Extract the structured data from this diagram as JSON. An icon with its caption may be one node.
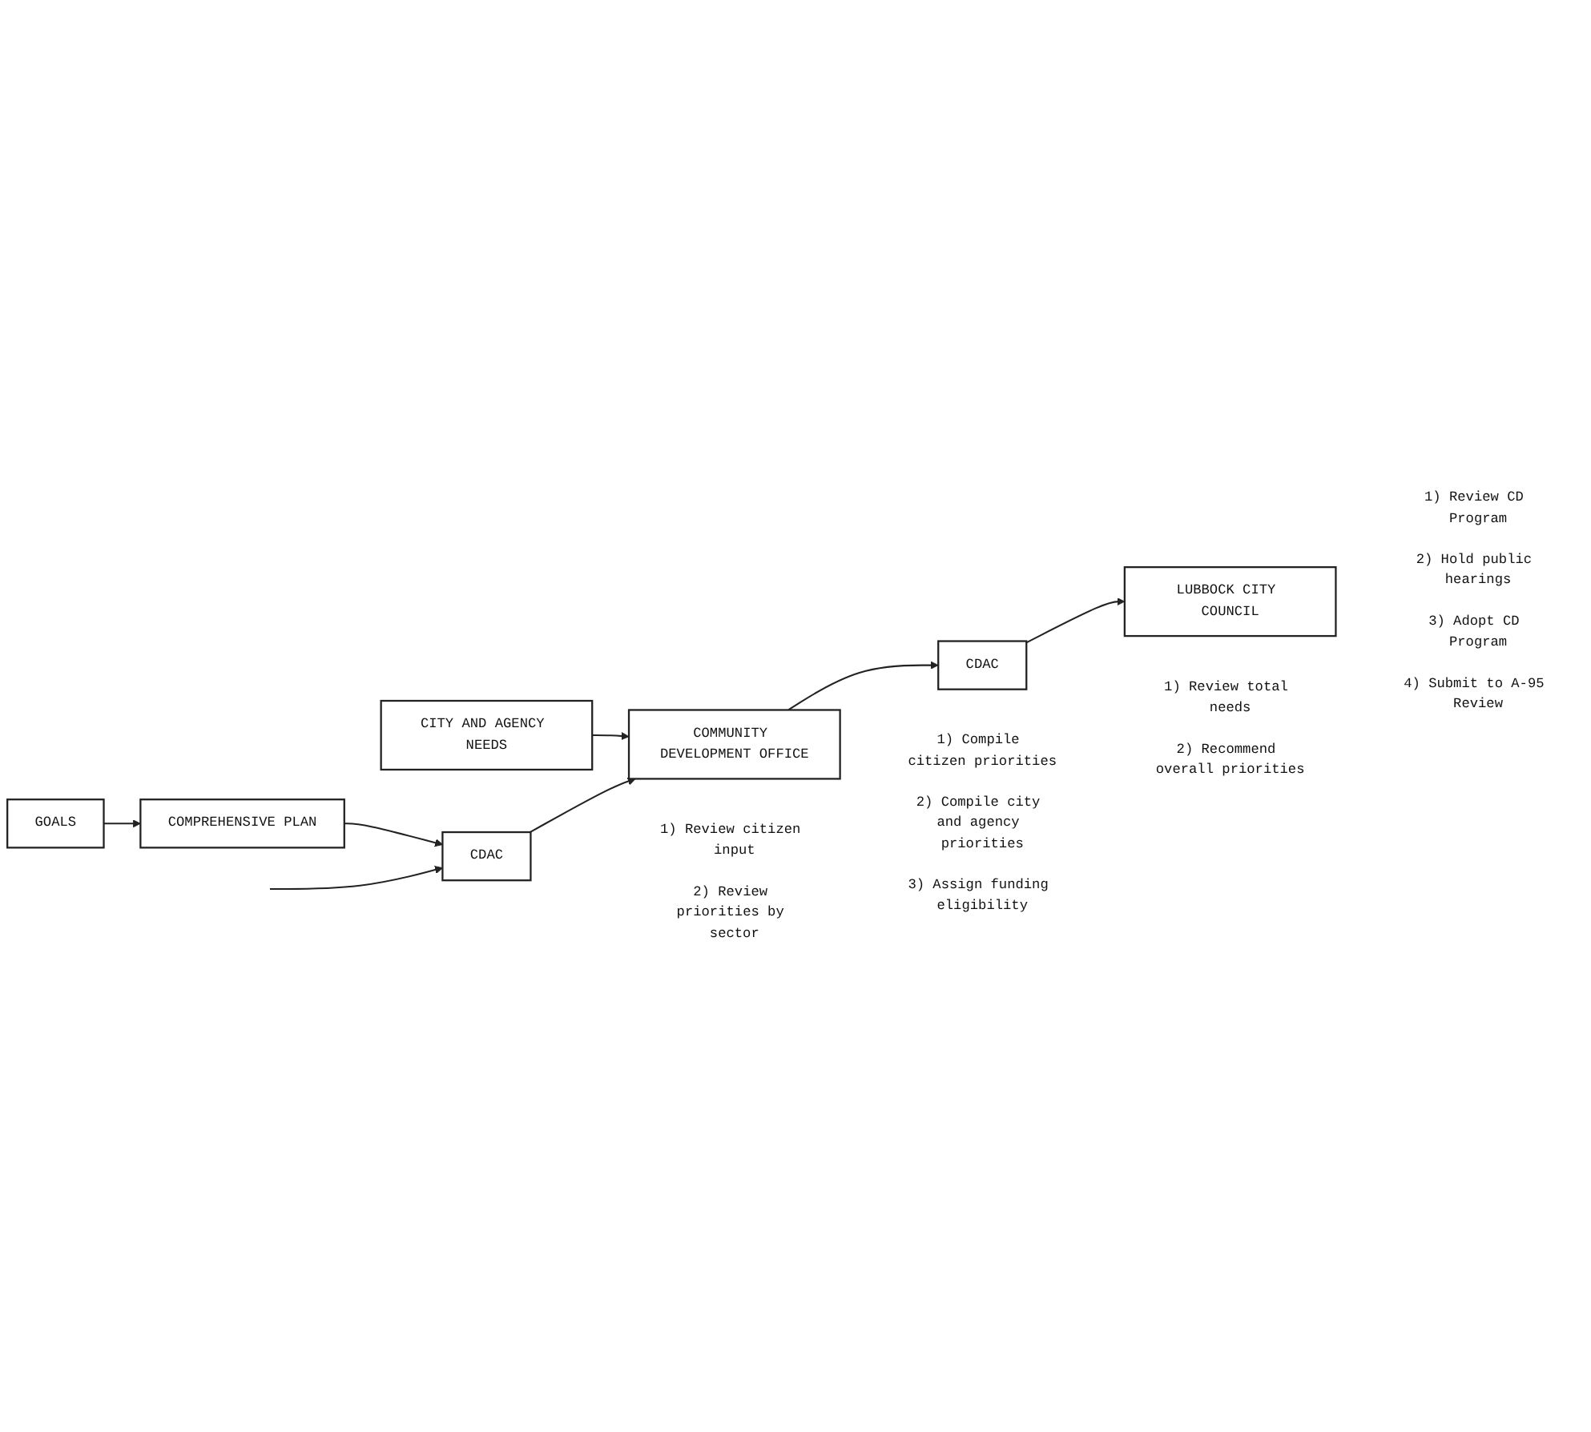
{
  "diagram": {
    "nodes": [
      {
        "text": [
          "GOALS"
        ]
      },
      {
        "text": [
          "COMPREHENSIVE PLAN"
        ]
      },
      {
        "text": [
          "CITY AND AGENCY NEEDS"
        ]
      },
      {
        "text": [
          "CDAC"
        ],
        "beside": [
          "1) Review citizen input",
          "2) Review priorities by sector"
        ]
      },
      {
        "text": [
          "COMMUNITY DEVELOPMENT OFFICE"
        ],
        "beside": [
          "1) Compile citizen priorities",
          "2) Compile city and agency priorities",
          "3) Assign funding eligibility"
        ]
      },
      {
        "text": [
          "CDAC"
        ],
        "beside": [
          "1) Review total needs",
          "2) Recommend overall priorities"
        ]
      },
      {
        "text": [
          "LUBBOCK CITY COUNCIL"
        ],
        "beside": [
          "1) Review CD Program",
          "2) Hold public hearings",
          "3) Adopt CD Program",
          "4) Submit to A-95 Review"
        ]
      }
    ],
    "edges": [
      {
        "from": 0,
        "to": 1,
        "arrow": "to"
      },
      {
        "from": 1,
        "to": 3,
        "arrow": "to"
      },
      {
        "from": 2,
        "to": 4,
        "arrow": "to"
      },
      {
        "from": null,
        "to": 3,
        "arrow": "to"
      },
      {
        "from": 3,
        "to": 4,
        "arrow": "to"
      },
      {
        "from": 4,
        "to": 5,
        "arrow": "to"
      },
      {
        "from": 5,
        "to": 6,
        "arrow": "to"
      }
    ]
  }
}
